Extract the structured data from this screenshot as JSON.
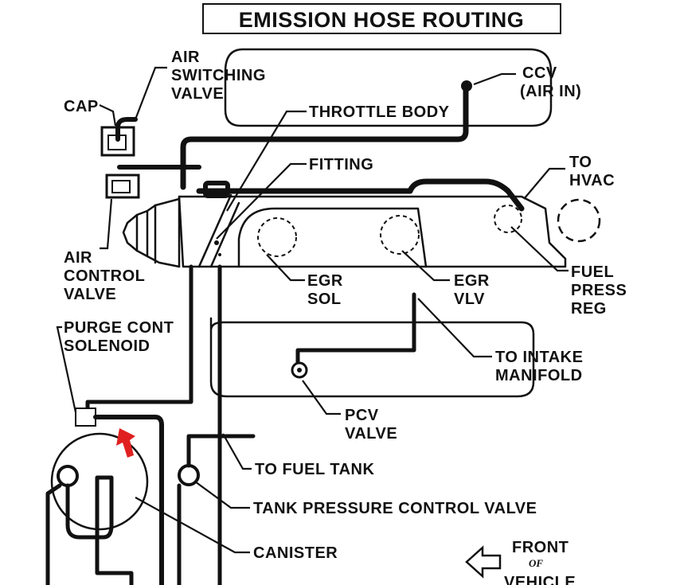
{
  "title": "EMISSION HOSE ROUTING",
  "labels": {
    "air_switching_valve_1": "AIR",
    "air_switching_valve_2": "SWITCHING",
    "air_switching_valve_3": "VALVE",
    "cap": "CAP",
    "ccv_1": "CCV",
    "ccv_2": "(AIR IN)",
    "throttle_body": "THROTTLE BODY",
    "fitting": "FITTING",
    "to_hvac_1": "TO",
    "to_hvac_2": "HVAC",
    "air_control_valve_1": "AIR",
    "air_control_valve_2": "CONTROL",
    "air_control_valve_3": "VALVE",
    "egr_sol_1": "EGR",
    "egr_sol_2": "SOL",
    "egr_vlv_1": "EGR",
    "egr_vlv_2": "VLV",
    "fuel_press_reg_1": "FUEL",
    "fuel_press_reg_2": "PRESS",
    "fuel_press_reg_3": "REG",
    "purge_cont_solenoid_1": "PURGE CONT",
    "purge_cont_solenoid_2": "SOLENOID",
    "to_intake_manifold_1": "TO INTAKE",
    "to_intake_manifold_2": "MANIFOLD",
    "pcv_valve_1": "PCV",
    "pcv_valve_2": "VALVE",
    "to_fuel_tank": "TO FUEL TANK",
    "tank_pressure_control_valve": "TANK PRESSURE CONTROL VALVE",
    "canister": "CANISTER",
    "front_of_vehicle_1": "FRONT",
    "front_of_vehicle_2": "OF",
    "front_of_vehicle_3": "VEHICLE"
  },
  "colors": {
    "ink": "#111111",
    "paper": "#ffffff",
    "marker": "#e02020"
  },
  "icons": {
    "front_arrow": "left-arrow-outline-icon",
    "marker": "red-pointer-arrow-icon"
  }
}
